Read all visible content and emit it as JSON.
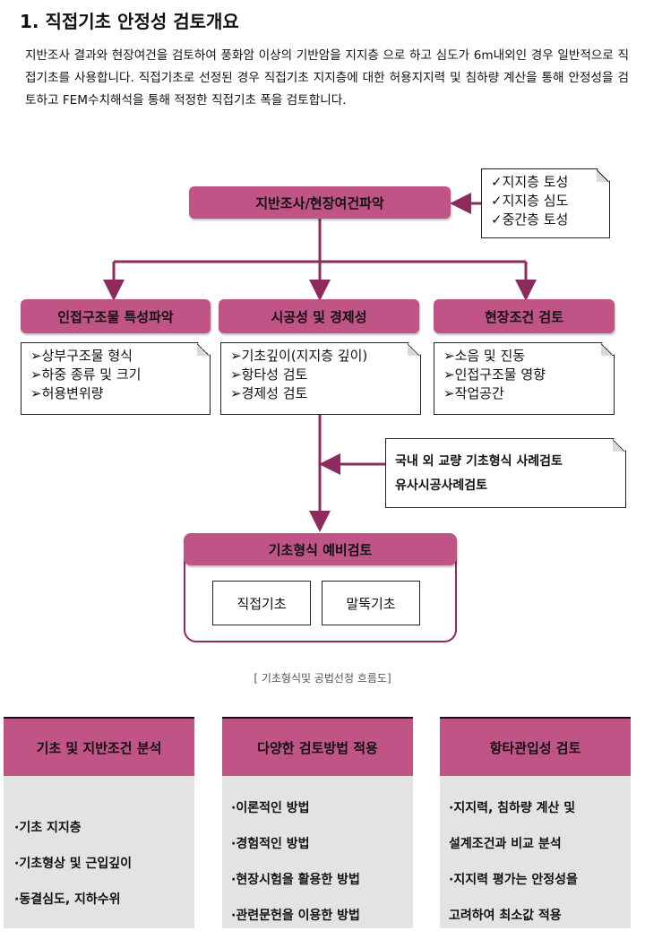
{
  "heading": "1. 직접기초 안정성 검토개요",
  "intro": "지반조사 결과와 현장여건을 검토하여 풍화암 이상의 기반암을 지지층 으로 하고 심도가 6m내외인 경우 일반적으로 직접기초를 사용합니다. 직접기초로 선정된 경우 직접기초 지지층에 대한 허용지지력 및 침하량 계산을 통해 안정성을 검토하고 FEM수치해석을 통해 적정한 직접기초 폭을 검토합니다.",
  "flow": {
    "top_box": "지반조사/현장여건파악",
    "top_note": [
      "✓지지층 토성",
      "✓지지층 심도",
      "✓중간층 토성"
    ],
    "branches": [
      {
        "label": "인접구조물 특성파악",
        "items": [
          "➢상부구조물 형식",
          "➢하중 종류 및 크기",
          "➢허용변위량"
        ]
      },
      {
        "label": "시공성 및 경제성",
        "items": [
          "➢기초깊이(지지층 깊이)",
          "➢항타성 검토",
          "➢경제성 검토"
        ]
      },
      {
        "label": "현장조건 검토",
        "items": [
          "➢소음 및 진동",
          "➢인접구조물 영향",
          "➢작업공간"
        ]
      }
    ],
    "case_note": [
      "국내 외 교량 기초형식 사례검토",
      "유사시공사례검토"
    ],
    "final_box": "기초형식 예비검토",
    "options": [
      "직접기초",
      "말뚝기초"
    ],
    "caption": "[ 기초형식및 공법선정 흐름도]"
  },
  "cards": [
    {
      "title": "기초 및 지반조건 분석",
      "items": [
        "·기초 지지층",
        "·기초형상 및 근입깊이",
        "·동결심도, 지하수위"
      ]
    },
    {
      "title": "다양한 검토방법 적용",
      "items": [
        "·이론적인 방법",
        "·경험적인 방법",
        "·현장시험을 활용한 방법",
        "·관련문헌을 이용한 방법"
      ]
    },
    {
      "title": "항타관입성 검토",
      "items": [
        "·지지력, 침하량 계산 및",
        "설계조건과 비교 분석",
        "·지지력 평가는 안정성을",
        "고려하여 최소값 적용"
      ]
    }
  ],
  "colors": {
    "accent": "#c05487",
    "arrow": "#8d2b5e",
    "card_body": "#e3e3e3"
  }
}
